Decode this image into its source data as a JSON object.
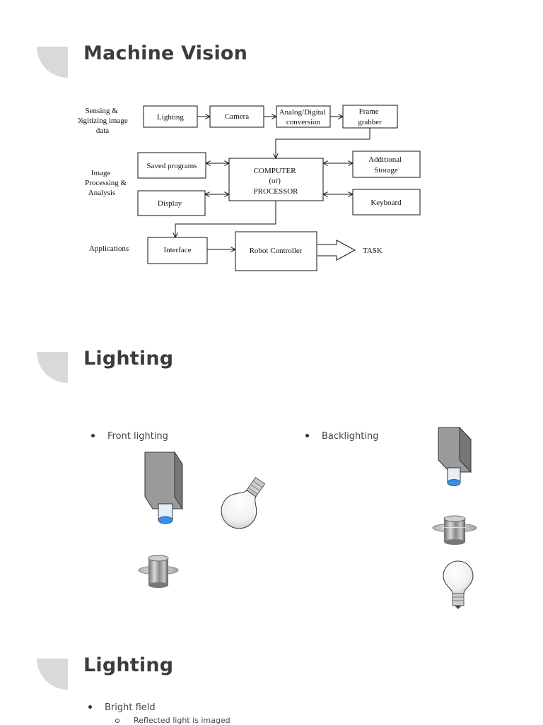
{
  "slide1": {
    "title": "Machine Vision",
    "diagram": {
      "row_labels": {
        "sensing": [
          "Sensing &",
          "Digitizing image",
          "data"
        ],
        "processing": [
          "Image",
          "Processing &",
          "Analysis"
        ],
        "applications": [
          "Applications"
        ]
      },
      "boxes": {
        "lighting": [
          "Lighting"
        ],
        "camera": [
          "Camera"
        ],
        "adc": [
          "Analog/Digital",
          "conversion"
        ],
        "frame_grabber": [
          "Frame",
          "grabber"
        ],
        "saved_programs": [
          "Saved programs"
        ],
        "computer": [
          "COMPUTER",
          "(or)",
          "PROCESSOR"
        ],
        "additional_storage": [
          "Additional",
          "Storage"
        ],
        "display": [
          "Display"
        ],
        "keyboard": [
          "Keyboard"
        ],
        "interface": [
          "Interface"
        ],
        "robot_controller": [
          "Robot Controller"
        ]
      },
      "task_label": "TASK"
    }
  },
  "slide2": {
    "title": "Lighting",
    "bullets": [
      "Front lighting",
      "Backlighting"
    ]
  },
  "slide3": {
    "title": "Lighting",
    "bullets": [
      "Bright field"
    ],
    "subbullets": [
      "Reflected light is imaged"
    ]
  },
  "colors": {
    "deco": "#d9d9d9",
    "camera_body": "#9a9a9a",
    "lens": "#3a8fe0"
  }
}
